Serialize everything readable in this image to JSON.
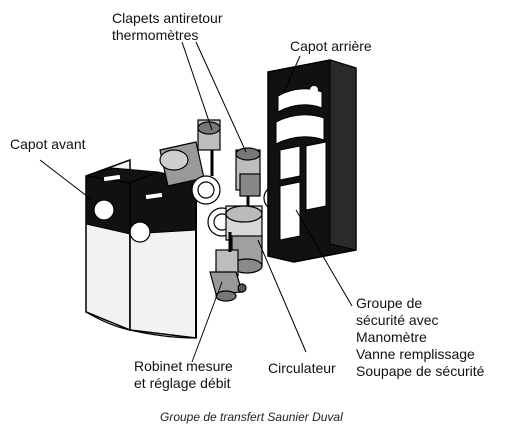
{
  "labels": {
    "clapets_line1": "Clapets antiretour",
    "clapets_line2": "thermomètres",
    "capot_arriere": "Capot arrière",
    "capot_avant": "Capot avant",
    "groupe_line1": "Groupe de",
    "groupe_line2": "sécurité avec",
    "groupe_line3": "Manomètre",
    "groupe_line4": "Vanne remplissage",
    "groupe_line5": "Soupape de sécurité",
    "robinet_line1": "Robinet mesure",
    "robinet_line2": "et réglage débit",
    "circulateur": "Circulateur"
  },
  "caption": "Groupe de transfert Saunier Duval",
  "colors": {
    "cover_black": "#111111",
    "cover_white": "#f2f2f2",
    "line": "#000000",
    "metal": "#9a9a9a"
  }
}
